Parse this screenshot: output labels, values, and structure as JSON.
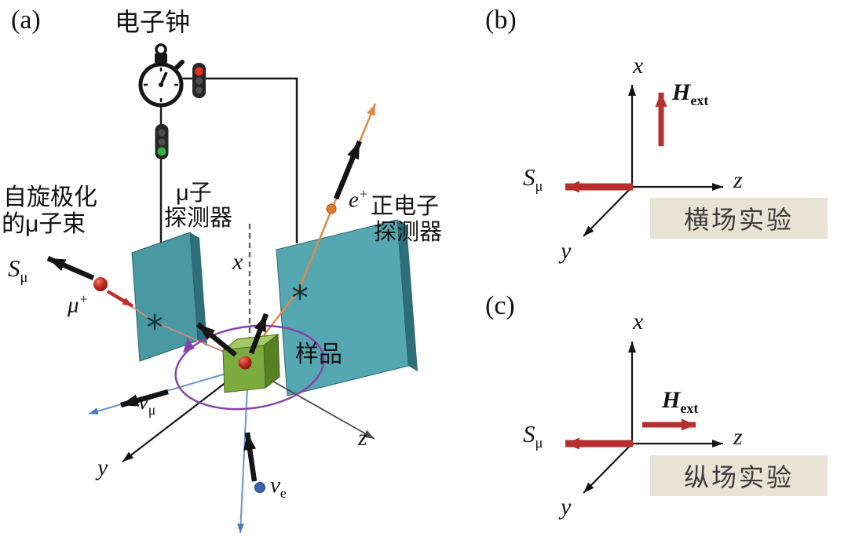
{
  "figure": {
    "colors": {
      "arrow_red": "#b62f2c",
      "detector_teal": "#4a98a2",
      "sample_green": "#7cab3e",
      "caption_bg": "#e7e4d6",
      "track_orange": "#e0884a",
      "neutrino_blue": "#4a7ac0",
      "precession_purple": "#8744a8"
    },
    "panel_a": {
      "tag": "(a)",
      "clock_label": "电子钟",
      "beam_label": [
        "自旋极化",
        "的μ子束"
      ],
      "spin_label": {
        "base": "S",
        "sub": "μ"
      },
      "muon_label": {
        "base": "μ",
        "sup": "+"
      },
      "muon_detector_label": [
        "μ子",
        "探测器"
      ],
      "positron_label": {
        "base": "e",
        "sup": "+"
      },
      "positron_detector_label": [
        "正电子",
        "探测器"
      ],
      "sample_label": "样品",
      "axes": {
        "x": "x",
        "y": "y",
        "z": "z"
      },
      "antineutrino_label": {
        "base": "v̄",
        "sub": "μ"
      },
      "neutrino_label": {
        "base": "v",
        "sub": "e"
      }
    },
    "panel_b": {
      "tag": "(b)",
      "axes": {
        "x": "x",
        "y": "y",
        "z": "z"
      },
      "field_label": {
        "base": "H",
        "sub": "ext"
      },
      "spin_label": {
        "base": "S",
        "sub": "μ"
      },
      "caption": "横场实验"
    },
    "panel_c": {
      "tag": "(c)",
      "axes": {
        "x": "x",
        "y": "y",
        "z": "z"
      },
      "field_label": {
        "base": "H",
        "sub": "ext"
      },
      "spin_label": {
        "base": "S",
        "sub": "μ"
      },
      "caption": "纵场实验"
    }
  }
}
